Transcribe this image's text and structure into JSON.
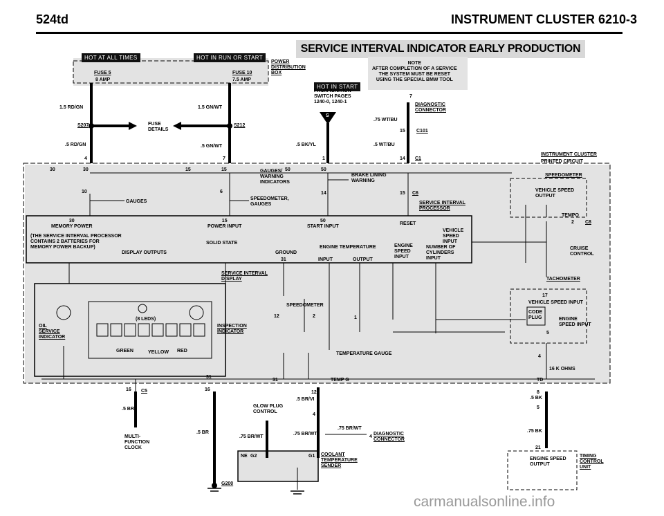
{
  "header": {
    "model": "524td",
    "section": "INSTRUMENT CLUSTER  6210-3"
  },
  "title": "SERVICE INTERVAL INDICATOR EARLY PRODUCTION",
  "badges": {
    "hot_all": "HOT AT ALL TIMES",
    "hot_run": "HOT IN RUN OR START",
    "hot_start": "HOT IN START"
  },
  "fuse": {
    "f5": "FUSE 5",
    "f5_amp": "8 AMP",
    "f10": "FUSE 10",
    "f10_amp": "7.5 AMP",
    "dist": "POWER\nDISTRIBUTION\nBOX",
    "details": "FUSE\nDETAILS"
  },
  "wires": {
    "rdgn_15": "1.5 RD/GN",
    "gnwt_15": "1.5 GN/WT",
    "rdgn_05": ".5 RD/GN",
    "gnwt_05": ".5 GN/WT",
    "bkyl": ".5 BK/YL",
    "wtbu_075": ".75 WT/BU",
    "wtbu_05": ".5 WT/BU",
    "br_l": ".5 BR",
    "br_m": ".5 BR",
    "brvi": ".5 BR/VI",
    "brwt_a": ".75 BR/WT",
    "brwt_b": ".75 BR/WT",
    "brwt_c": ".75 BR/WT",
    "bk_05": ".5 BK",
    "bk_075": ".75 BK"
  },
  "splices": {
    "s207": "S207",
    "s212": "S212",
    "g200": "G200"
  },
  "ignition": "FROM IGNITION\nSWITCH PAGES\n1240-0, 1240-1",
  "note": "NOTE\nAFTER COMPLETION OF A SERVICE\nTHE SYSTEM MUST BE RESET\nUSING THE SPECIAL BMW TOOL",
  "diag_top": "DIAGNOSTIC\nCONNECTOR",
  "connectors": {
    "c101": "C101",
    "c1": "C1",
    "c6": "C6",
    "c5": "C5",
    "c8": "C8"
  },
  "pins": {
    "p7": "7",
    "p15": "15",
    "p14": "14",
    "p4": "4",
    "p1": "1",
    "p30a": "30",
    "p30b": "30",
    "p15a": "15",
    "p15b": "15",
    "p50a": "50",
    "p50b": "50",
    "p10": "10",
    "p6": "6",
    "p14b": "14",
    "p15c": "15",
    "p2": "2",
    "p17": "17",
    "p5": "5",
    "p4b": "4",
    "p12": "12",
    "p2b": "2",
    "p1b": "1",
    "p31a": "31",
    "p31b": "31",
    "p16a": "16",
    "p16b": "16",
    "p12b": "12",
    "p4c": "4",
    "p8": "8",
    "p5b": "5",
    "p21": "21",
    "p4d": "4",
    "sig_s": "S"
  },
  "cluster": {
    "title": "INSTRUMENT CLUSTER",
    "sub": "PRINTED CIRCUIT"
  },
  "labels": {
    "gauges_warn": "GAUGES/\nWARNING\nINDICATORS",
    "brake": "BRAKE LINING\nWARNING",
    "gauges": "GAUGES",
    "speedo_gauges": "SPEEDOMETER,\nGAUGES",
    "speedometer": "SPEEDOMETER",
    "vehicle_speed_out": "VEHICLE SPEED\nOUTPUT",
    "tempo": "TEMPO",
    "sip": "SERVICE INTERVAL\nPROCESSOR",
    "mem": "30\nMEMORY POWER",
    "pwr_in": "15\nPOWER INPUT",
    "start_in": "50\nSTART INPUT",
    "reset": "RESET",
    "proc_note": "(THE SERVICE INTERVAL PROCESSOR\nCONTAINS 2 BATTERIES FOR\nMEMORY POWER BACKUP)",
    "disp_out": "DISPLAY OUTPUTS",
    "solid": "SOLID STATE",
    "ground": "GROUND",
    "p31": "31",
    "eng_temp": "ENGINE TEMPERATURE",
    "input": "INPUT",
    "output": "OUTPUT",
    "eng_speed": "ENGINE\nSPEED\nINPUT",
    "veh_speed_in": "VEHICLE\nSPEED\nINPUT",
    "cyl": "NUMBER OF\nCYLINDERS\nINPUT",
    "cruise": "CRUISE\nCONTROL",
    "sid": "SERVICE INTERVAL\nDISPLAY",
    "tacho": "TACHOMETER",
    "veh_speed_in2": "VEHICLE SPEED INPUT",
    "code_plug": "CODE\nPLUG",
    "eng_speed_in": "ENGINE\nSPEED INPUT",
    "leds": "(8 LEDS)",
    "oil": "OIL\nSERVICE\nINDICATOR",
    "insp": "INSPECTION\nINDICATOR",
    "green": "GREEN",
    "yellow": "YELLOW",
    "red": "RED",
    "temp_gauge": "TEMPERATURE GAUGE",
    "temp_g": "TEMP G",
    "ohms": "16 K OHMS",
    "td": "TD",
    "glow": "GLOW PLUG\nCONTROL",
    "multi": "MULTI-\nFUNCTION\nCLOCK",
    "diag_bottom": "DIAGNOSTIC\nCONNECTOR",
    "coolant": "COOLANT\nTEMPERATURE\nSENDER",
    "ne": "NE",
    "g2": "G2",
    "g1": "G1",
    "ess_out": "ENGINE SPEED\nOUTPUT",
    "timing": "TIMING\nCONTROL\nUNIT"
  },
  "watermark": "carmanualsonline.info"
}
